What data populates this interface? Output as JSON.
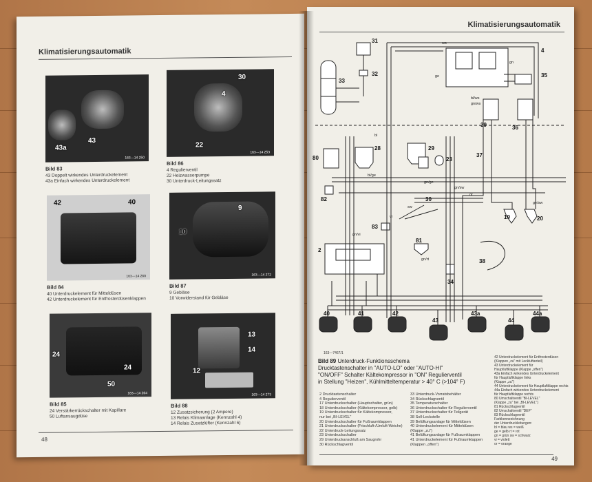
{
  "left_page": {
    "header": "Klimatisierungsautomatik",
    "page_number": "48",
    "figures": [
      {
        "title": "Bild 83",
        "code": "163—14 250",
        "labels": [
          "43",
          "43a"
        ],
        "items": [
          "43   Doppelt wirkendes Unterdruckelement",
          "43a  Einfach wirkendes Unterdruckelement"
        ]
      },
      {
        "title": "Bild 86",
        "code": "163—14 253",
        "labels": [
          "30",
          "4",
          "22"
        ],
        "items": [
          "4    Regulierventil",
          "22   Heizwasserpumpe",
          "30   Unterdruck-Leitungssatz"
        ]
      },
      {
        "title": "Bild 84",
        "code": "163—14 268",
        "labels": [
          "42",
          "40"
        ],
        "items": [
          "40   Unterdruckelement für Mitteldüsen",
          "42   Unterdruckelement für Entfrosterdüsenklappen"
        ]
      },
      {
        "title": "Bild 87",
        "code": "163—14 272",
        "labels": [
          "9",
          "10"
        ],
        "items": [
          "9    Gebläse",
          "10   Vorwiderstand für Gebläse"
        ]
      },
      {
        "title": "Bild 85",
        "code": "163—14 264",
        "labels": [
          "24",
          "24",
          "50"
        ],
        "items": [
          "24   Verstärkerrückschalter mit Kapillare",
          "50   Luftansaugdüse"
        ]
      },
      {
        "title": "Bild 88",
        "code": "163—14 273",
        "labels": [
          "13",
          "14",
          "12"
        ],
        "items": [
          "12   Zusatzsicherung (2 Ampere)",
          "13   Relais Klimaanlage (Kennzahl 4)",
          "14   Relais Zusatzlüfter (Kennzahl 6)"
        ]
      }
    ]
  },
  "right_page": {
    "header": "Klimatisierungsautomatik",
    "page_number": "49",
    "figure_title": "Bild 89",
    "figure_heading": "Unterdruck-Funktionsschema",
    "figure_code": "163—7467/1",
    "subtitle": [
      "Drucktastenschalter in \"AUTO-LO\" oder \"AUTO-HI\"",
      "\"ON/OFF\" Schalter Kältekompressor in \"ON\" Regulierventil",
      "in Stellung \"Heizen\", Kühlmitteltemperatur > 40° C (>104° F)"
    ],
    "legend_col1": [
      "2    Drucktastenschalter",
      "4    Regulierventil",
      "17   Unterdruckschalter (Hauptschalter, grün)",
      "18   Unterdruckschalter (Kältekompressor, gelb)",
      "19   Unterdruckschalter für Kältekompressor,",
      "       nur bei „BI-LEVEL\"",
      "20   Unterdruckschalter für Fußraumklappen",
      "21   Unterdruckschalter (Frischluft-/Umluft-Weiche)",
      "22   Unterdruck-Leitungssatz",
      "23   Unterdruckschalter",
      "29   Unterdruckanschluß am Saugrohr",
      "30   Rückschlagventil"
    ],
    "legend_col2": [
      "33   Unterdruck-Vorratsbehälter",
      "34   Rückschlagventil",
      "35   Temperaturschalter",
      "36   Unterdruckschalter für Regulierventil",
      "37   Unterdruckschalter für Teilgerät",
      "38   Soll-Leckstelle",
      "39   Belüftungsanlage für Mitteldüsen",
      "40   Unterdruckelement für Mitteldüsen",
      "       (Klappe „zu\")",
      "41   Belüftungsanlage für Fußraumklappen",
      "41   Unterdruckelement für Fußraumklappen",
      "       (Klappen „offen\")"
    ],
    "legend_col3": [
      "42   Unterdruckelement für Entfrosterdüsen",
      "       (Klappen „zu\" mit Leckluftanteil)",
      "43   Unterdruckelement für",
      "       Hauptluftklappe (Klappe „offen\")",
      "43a  Einfach wirkendes Unterdruckelement",
      "       für Hauptluftklappe links",
      "       (Klappe „zu\")",
      "44   Unterdruckelement für Hauptluftklappe rechts",
      "44a  Einfach wirkendes Unterdruckelement",
      "       für Hauptluftklappe rechts",
      "80   Umschaltventil \"BI-LEVEL\"",
      "       (Klappe „zu\" bei „BI-LEVEL\")",
      "81   Rückschlagventil",
      "82   Umschaltventil \"DEF\"",
      "83   Rückschlagventil",
      "Farbkennzeichnung",
      "der Unterdruckleitungen:",
      "bl  = blau      ws = weiß",
      "ge = gelb       rt  = rot",
      "gn = grün       sw = schwarz",
      "vi  = violett",
      "or  = orange"
    ],
    "diagram_labels": {
      "n31": "31",
      "n32": "32",
      "n33": "33",
      "n4": "4",
      "n35": "35",
      "n39": "39",
      "n36": "36",
      "n28": "28",
      "n29": "29",
      "n23": "23",
      "n37": "37",
      "n80": "80",
      "n82": "82",
      "n30": "30",
      "n83": "83",
      "n81": "81",
      "n38": "38",
      "n34": "34",
      "n2": "2",
      "n19": "19",
      "n20": "20",
      "n40": "40",
      "n41": "41",
      "n42": "42",
      "n43": "43",
      "n43a": "43a",
      "n44": "44",
      "n44a": "44a",
      "w_ws": "ws",
      "w_ge": "ge",
      "w_gn": "gn",
      "w_bl": "bl",
      "w_sw": "sw",
      "w_vi": "vi",
      "w_or": "or",
      "w_blws": "bl/ws",
      "w_gnws": "gn/ws",
      "w_blge": "bl/ge",
      "w_gnge": "gn/ge",
      "w_gnrt": "gn/rt",
      "w_gnsw": "gn/sw",
      "w_gesw": "ge/sw",
      "w_gnvi": "gn/vi"
    }
  }
}
